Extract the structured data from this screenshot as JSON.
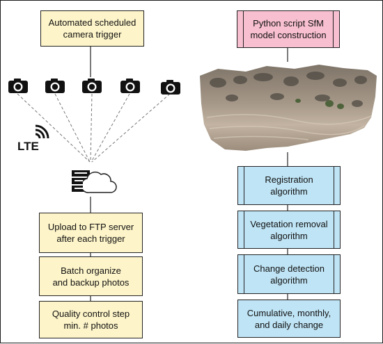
{
  "left_column": {
    "trigger_box": [
      "Automated scheduled",
      "camera trigger"
    ],
    "upload_box": [
      "Upload to FTP server",
      "after each trigger"
    ],
    "batch_box": [
      "Batch organize",
      "and backup photos"
    ],
    "qc_box": [
      "Quality control step",
      "min. # photos"
    ]
  },
  "right_column": {
    "python_box": [
      "Python script SfM",
      "model construction"
    ],
    "registration_box": [
      "Registration",
      "algorithm"
    ],
    "vegetation_box": [
      "Vegetation removal",
      "algorithm"
    ],
    "change_box": [
      "Change detection",
      "algorithm"
    ],
    "cumulative_box": [
      "Cumulative, monthly,",
      "and daily change"
    ]
  },
  "lte_label": "LTE",
  "icons": {
    "camera": "camera-icon",
    "lte_signal": "signal-icon",
    "server": "server-icon",
    "cloud": "cloud-icon",
    "point_cloud": "point-cloud-model"
  },
  "colors": {
    "yellow_fill": "#fdf4c9",
    "pink_fill": "#f7bfd0",
    "blue_fill": "#bfe4f5",
    "line": "#222222"
  }
}
